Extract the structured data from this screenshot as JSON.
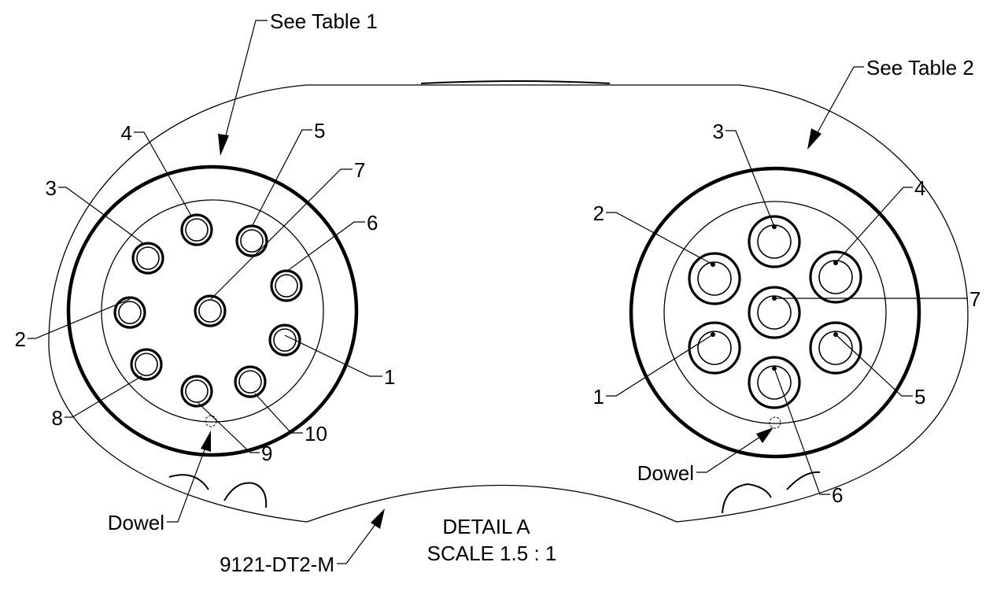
{
  "callouts": {
    "table1": "See Table 1",
    "table2": "See Table 2",
    "part_number": "9121-DT2-M",
    "dowel_left": "Dowel",
    "dowel_right": "Dowel"
  },
  "detail": {
    "title": "DETAIL A",
    "scale": "SCALE 1.5 : 1"
  },
  "left_connector": {
    "pins": [
      "1",
      "2",
      "3",
      "4",
      "5",
      "6",
      "7",
      "8",
      "9",
      "10"
    ]
  },
  "right_connector": {
    "pins": [
      "1",
      "2",
      "3",
      "4",
      "5",
      "6",
      "7"
    ]
  }
}
